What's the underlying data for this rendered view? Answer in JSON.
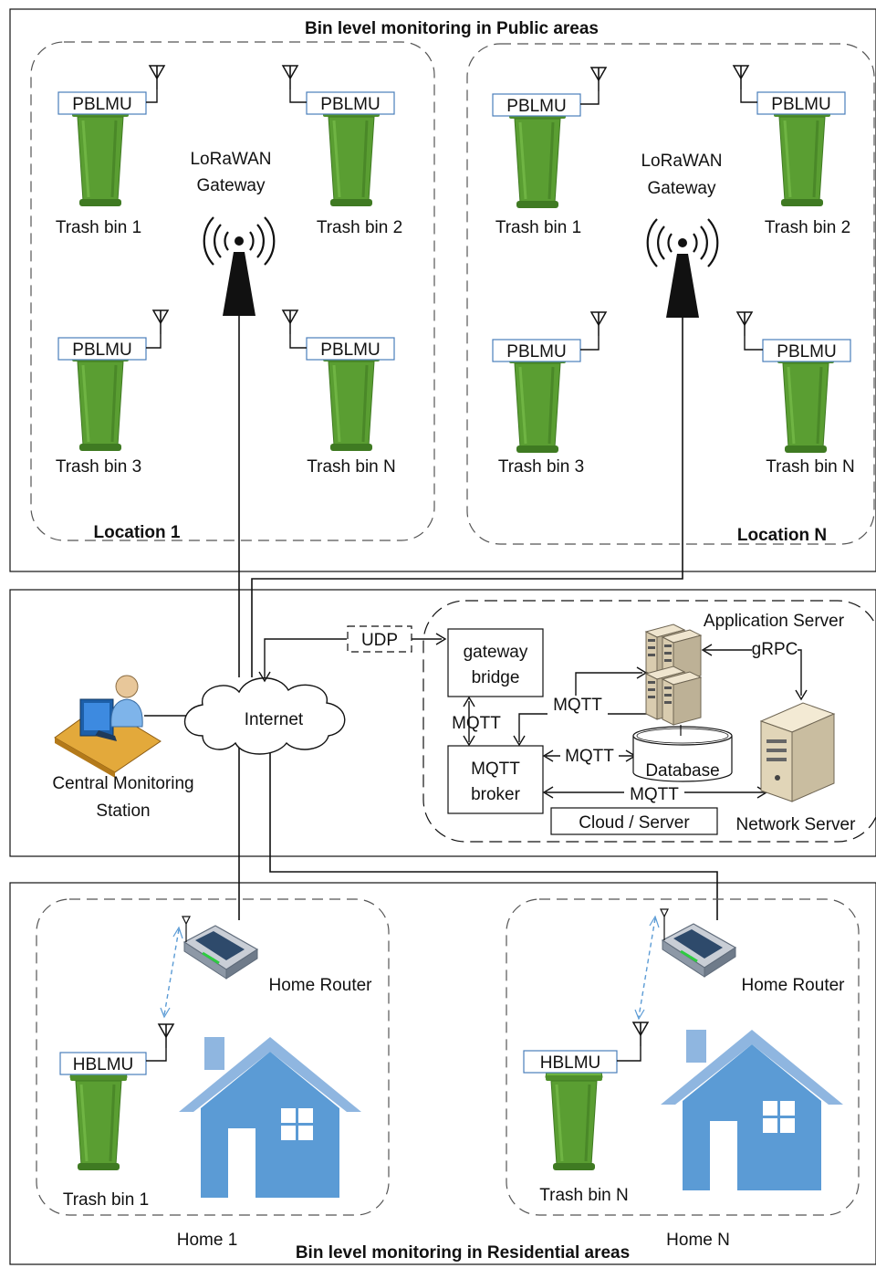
{
  "public_section": {
    "title": "Bin level monitoring in Public areas",
    "location_1": {
      "label": "Location 1",
      "gateway_label": [
        "LoRaWAN",
        "Gateway"
      ],
      "bins": [
        {
          "unit": "PBLMU",
          "label": "Trash bin 1"
        },
        {
          "unit": "PBLMU",
          "label": "Trash bin 2"
        },
        {
          "unit": "PBLMU",
          "label": "Trash bin 3"
        },
        {
          "unit": "PBLMU",
          "label": "Trash bin N"
        }
      ]
    },
    "location_n": {
      "label": "Location N",
      "gateway_label": [
        "LoRaWAN",
        "Gateway"
      ],
      "bins": [
        {
          "unit": "PBLMU",
          "label": "Trash bin 1"
        },
        {
          "unit": "PBLMU",
          "label": "Trash bin 2"
        },
        {
          "unit": "PBLMU",
          "label": "Trash bin 3"
        },
        {
          "unit": "PBLMU",
          "label": "Trash bin N"
        }
      ]
    }
  },
  "middle_section": {
    "central_station": [
      "Central Monitoring",
      "Station"
    ],
    "internet": "Internet",
    "udp": "UDP",
    "gateway_bridge": [
      "gateway",
      "bridge"
    ],
    "mqtt_broker": [
      "MQTT",
      "broker"
    ],
    "mqtt": "MQTT",
    "grpc": "gRPC",
    "database": "Database",
    "application_server": "Application Server",
    "network_server": "Network Server",
    "cloud_server": "Cloud / Server"
  },
  "residential_section": {
    "title": "Bin level monitoring in Residential areas",
    "home_1": {
      "label": "Home 1",
      "router": "Home Router",
      "unit": "HBLMU",
      "bin": "Trash bin 1"
    },
    "home_n": {
      "label": "Home N",
      "router": "Home Router",
      "unit": "HBLMU",
      "bin": "Trash bin N"
    }
  },
  "colors": {
    "bin_green": "#5a9e32",
    "bin_dark": "#3f7a22",
    "house_blue": "#5b9bd5",
    "house_roof": "#8fb6e0",
    "unit_border": "#4a7ebb",
    "wireless_dash": "#5b9bd5"
  }
}
